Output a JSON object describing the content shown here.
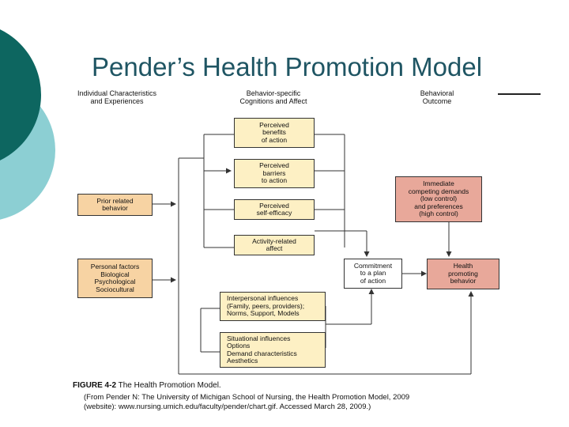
{
  "slide": {
    "title": "Pender’s Health Promotion Model"
  },
  "headers": {
    "individual": "Individual Characteristics\nand Experiences",
    "cognitions": "Behavior-specific\nCognitions and Affect",
    "outcome": "Behavioral\nOutcome"
  },
  "boxes": {
    "prior_behavior": "Prior related\nbehavior",
    "personal_factors": "Personal factors\nBiological\nPsychological\nSociocultural",
    "perceived_benefits": "Perceived\nbenefits\nof action",
    "perceived_barriers": "Perceived\nbarriers\nto action",
    "perceived_self_efficacy": "Perceived\nself-efficacy",
    "activity_affect": "Activity-related\naffect",
    "interpersonal": "Interpersonal influences\n(Family, peers, providers);\nNorms, Support, Models",
    "situational": "Situational influences\nOptions\nDemand characteristics\nAesthetics",
    "competing_demands": "Immediate\ncompeting demands\n(low control)\nand preferences\n(high control)",
    "commitment": "Commitment\nto a plan\nof action",
    "health_behavior": "Health\npromoting\nbehavior"
  },
  "caption": {
    "figure_label": "FIGURE 4-2",
    "figure_text": "The Health Promotion Model.",
    "citation": "(From Pender N: The University of Michigan School of Nursing, the Health Promotion Model, 2009\n(website): www.nursing.umich.edu/faculty/pender/chart.gif. Accessed March 28, 2009.)"
  },
  "colors": {
    "title": "#1f5563",
    "deco_dark": "#0d6660",
    "deco_light": "#8ccfd3",
    "box_yellow": "#fdf0c4",
    "box_orange": "#f7d3a3",
    "box_salmon": "#e8a89a"
  }
}
